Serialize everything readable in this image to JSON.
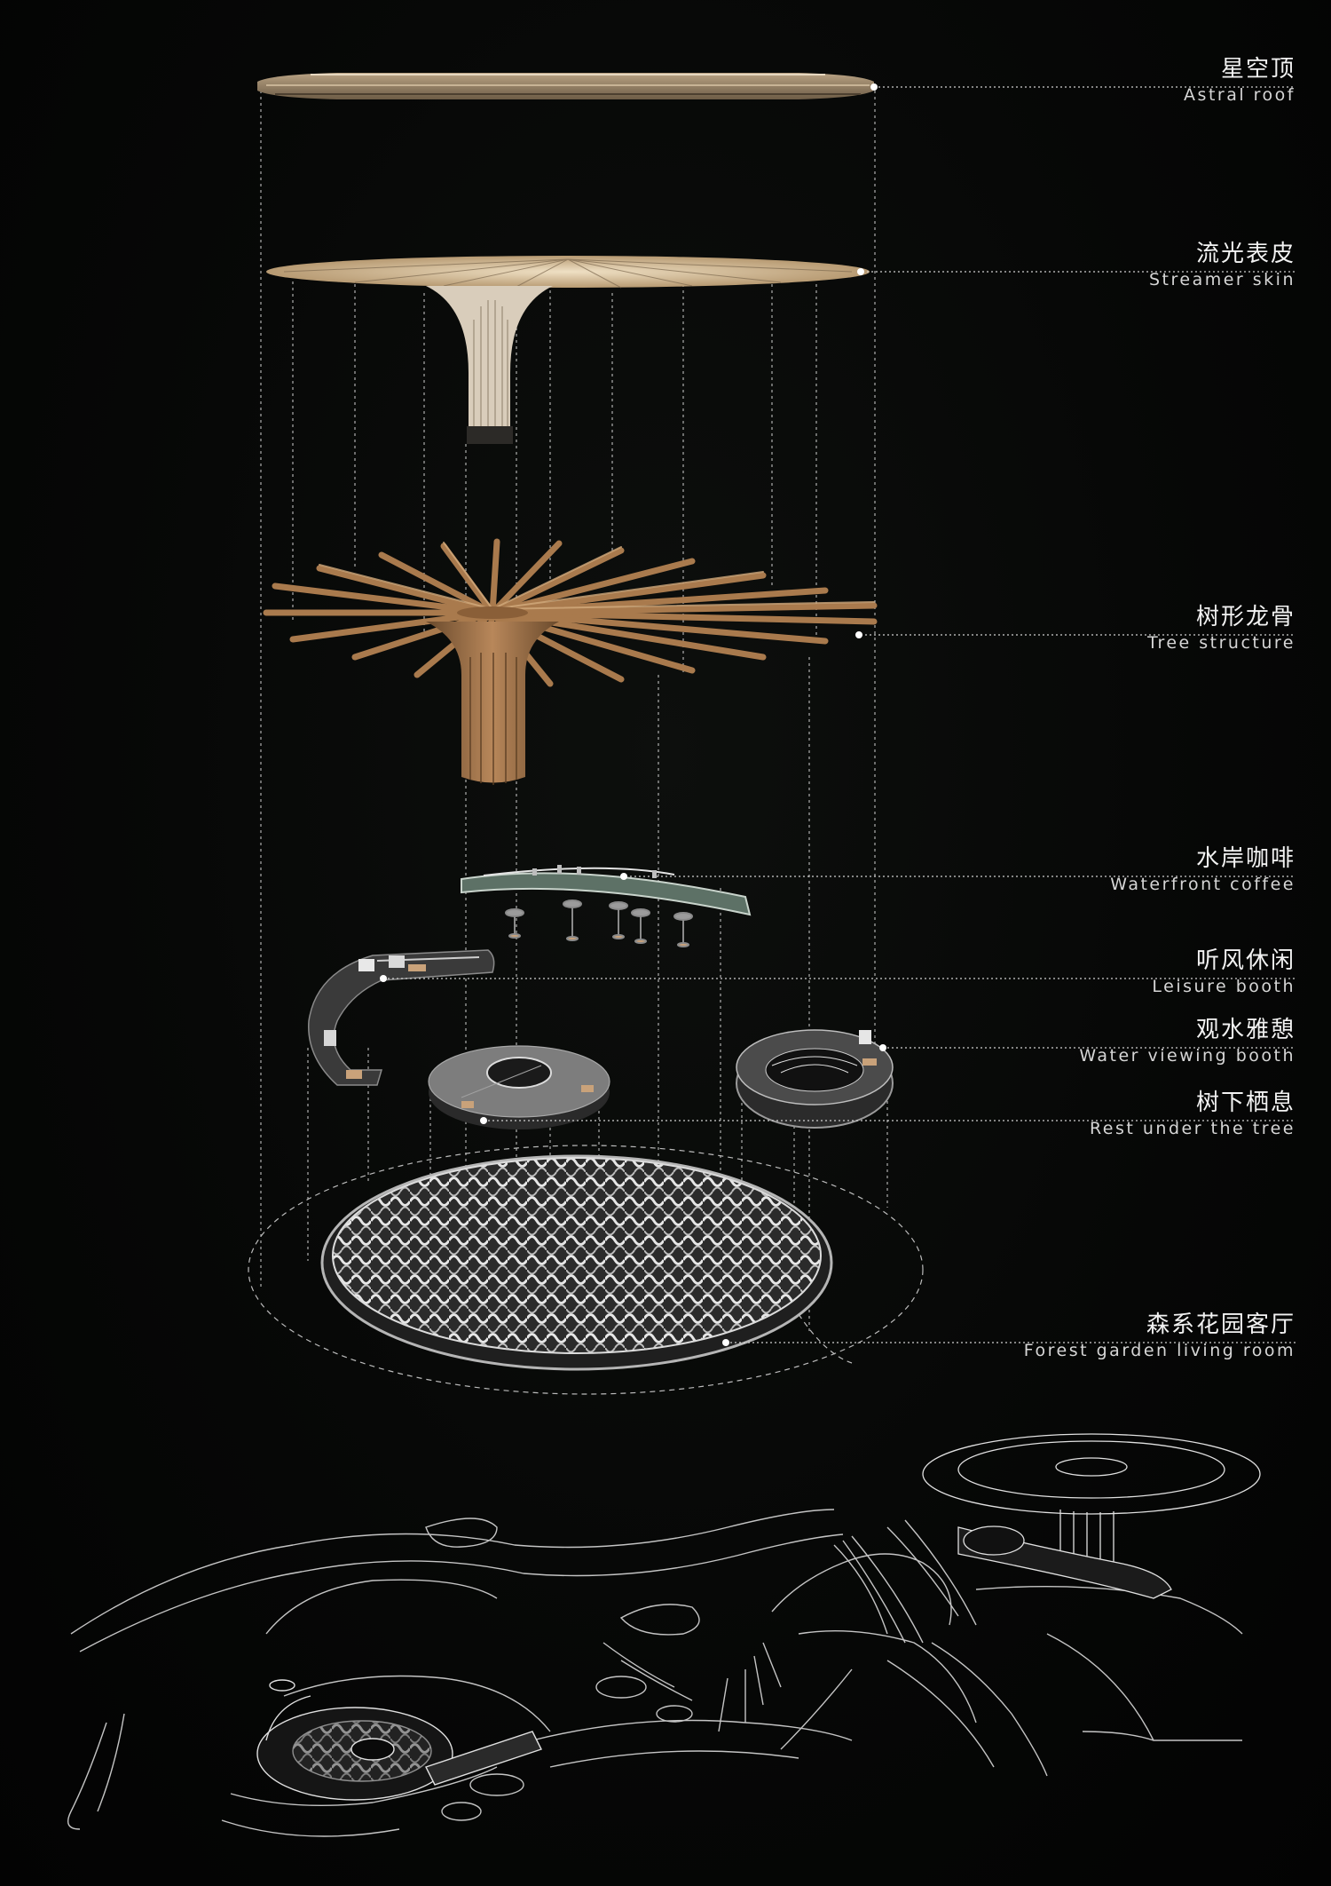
{
  "colors": {
    "background": "#050505",
    "gold": "#c9ad86",
    "bronze": "#9b6f47",
    "label_text": "#f2f2f2",
    "leader_line": "#cfcfcf"
  },
  "layers": [
    {
      "id": "astral-roof",
      "zh": "星空顶",
      "en": "Astral roof"
    },
    {
      "id": "streamer-skin",
      "zh": "流光表皮",
      "en": "Streamer skin"
    },
    {
      "id": "tree-structure",
      "zh": "树形龙骨",
      "en": "Tree structure"
    },
    {
      "id": "waterfront-coffee",
      "zh": "水岸咖啡",
      "en": "Waterfront coffee"
    },
    {
      "id": "leisure-booth",
      "zh": "听风休闲",
      "en": "Leisure booth"
    },
    {
      "id": "water-viewing-booth",
      "zh": "观水雅憩",
      "en": "Water viewing booth"
    },
    {
      "id": "rest-under-tree",
      "zh": "树下栖息",
      "en": "Rest under the tree"
    },
    {
      "id": "forest-garden",
      "zh": "森系花园客厅",
      "en": "Forest garden living room"
    }
  ]
}
